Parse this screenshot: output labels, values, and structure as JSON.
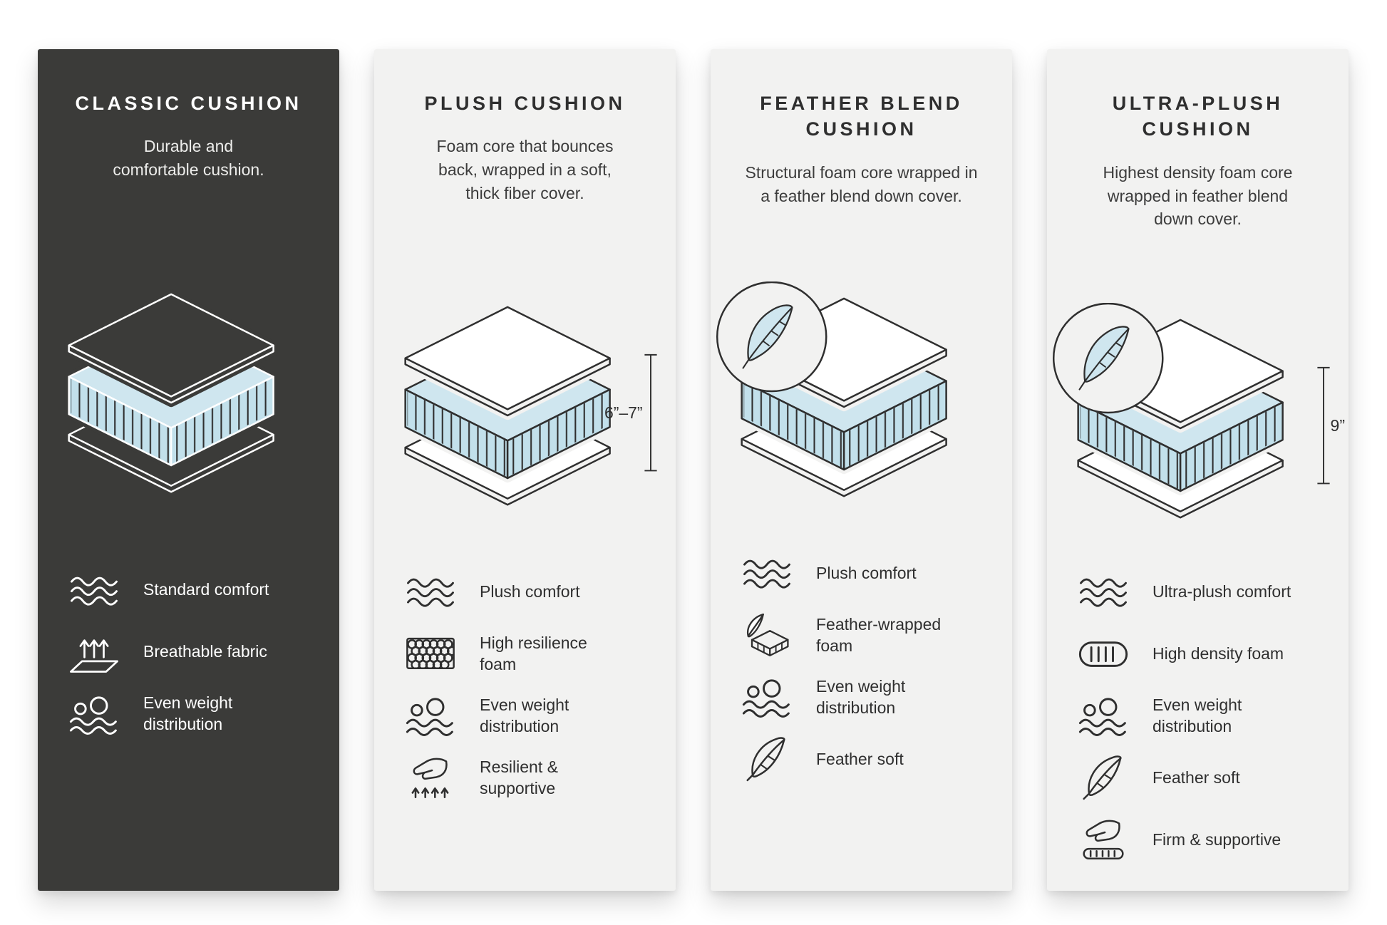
{
  "colors": {
    "page_bg": "#FFFFFF",
    "panel_dark": "#3B3B39",
    "panel_light": "#F2F2F1",
    "foam_top": "#CFE6EF",
    "foam_side": "#C2E0EB",
    "outline_dark": "#2F2F2F",
    "outline_light": "#FFFFFF"
  },
  "panels": [
    {
      "id": "classic-cushion",
      "theme": "dark",
      "title": "CLASSIC CUSHION",
      "description": "Durable and comfortable cushion.",
      "diagram": {
        "type": "layered-cushion",
        "feather_badge": false,
        "height_label": ""
      },
      "features": [
        {
          "icon": "waves-icon",
          "label": "Standard comfort"
        },
        {
          "icon": "breathable-fabric-icon",
          "label": "Breathable fabric"
        },
        {
          "icon": "weight-distribution-icon",
          "label": "Even weight distribution"
        }
      ]
    },
    {
      "id": "plush-cushion",
      "theme": "light",
      "title": "PLUSH CUSHION",
      "description": "Foam core that bounces back, wrapped in a soft, thick fiber cover.",
      "diagram": {
        "type": "layered-cushion",
        "feather_badge": false,
        "height_label": "6”–7”"
      },
      "features": [
        {
          "icon": "waves-icon",
          "label": "Plush comfort"
        },
        {
          "icon": "foam-cells-icon",
          "label": "High resilience foam"
        },
        {
          "icon": "weight-distribution-icon",
          "label": "Even weight distribution"
        },
        {
          "icon": "hand-press-icon",
          "label": "Resilient & supportive"
        }
      ]
    },
    {
      "id": "feather-blend-cushion",
      "theme": "light",
      "title": "FEATHER BLEND CUSHION",
      "description": "Structural foam core wrapped in a feather blend down cover.",
      "diagram": {
        "type": "layered-cushion",
        "feather_badge": true,
        "height_label": ""
      },
      "features": [
        {
          "icon": "waves-icon",
          "label": "Plush comfort"
        },
        {
          "icon": "feather-foam-icon",
          "label": "Feather-wrapped foam"
        },
        {
          "icon": "weight-distribution-icon",
          "label": "Even weight distribution"
        },
        {
          "icon": "feather-icon",
          "label": "Feather soft"
        }
      ]
    },
    {
      "id": "ultra-plush-cushion",
      "theme": "light",
      "title": "ULTRA-PLUSH CUSHION",
      "description": "Highest density foam core wrapped in feather blend down cover.",
      "diagram": {
        "type": "layered-cushion",
        "feather_badge": true,
        "height_label": "9”"
      },
      "features": [
        {
          "icon": "waves-icon",
          "label": "Ultra-plush comfort"
        },
        {
          "icon": "density-foam-icon",
          "label": "High density foam"
        },
        {
          "icon": "weight-distribution-icon",
          "label": "Even weight distribution"
        },
        {
          "icon": "feather-icon",
          "label": "Feather soft"
        },
        {
          "icon": "hand-firm-icon",
          "label": "Firm & supportive"
        }
      ]
    }
  ]
}
